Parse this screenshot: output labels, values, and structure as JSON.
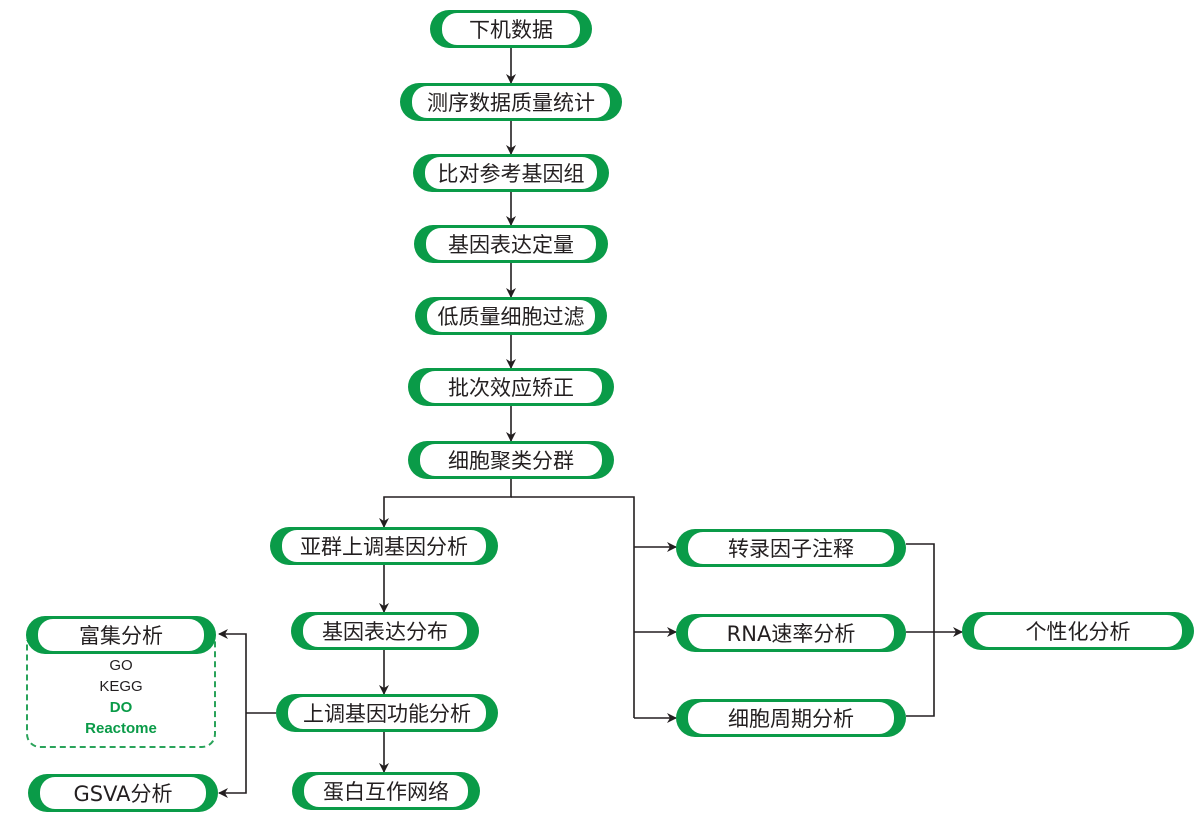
{
  "colors": {
    "node_border": "#0a9b48",
    "line": "#231f20",
    "highlight": "#0a9b48"
  },
  "nodes": {
    "n1": "下机数据",
    "n2": "测序数据质量统计",
    "n3": "比对参考基因组",
    "n4": "基因表达定量",
    "n5": "低质量细胞过滤",
    "n6": "批次效应矫正",
    "n7": "细胞聚类分群",
    "n8": "亚群上调基因分析",
    "n9": "基因表达分布",
    "n10": "上调基因功能分析",
    "n11": "蛋白互作网络",
    "n12": "富集分析",
    "n13": "GSVA分析",
    "n14": "转录因子注释",
    "n15": "RNA速率分析",
    "n16": "细胞周期分析",
    "n17": "个性化分析"
  },
  "enrichment_items": [
    {
      "label": "GO",
      "highlight": false
    },
    {
      "label": "KEGG",
      "highlight": false
    },
    {
      "label": "DO",
      "highlight": true
    },
    {
      "label": "Reactome",
      "highlight": true
    }
  ],
  "edges": [
    [
      "n1",
      "n2"
    ],
    [
      "n2",
      "n3"
    ],
    [
      "n3",
      "n4"
    ],
    [
      "n4",
      "n5"
    ],
    [
      "n5",
      "n6"
    ],
    [
      "n6",
      "n7"
    ],
    [
      "n7",
      "n8"
    ],
    [
      "n7",
      "n14"
    ],
    [
      "n7",
      "n15"
    ],
    [
      "n7",
      "n16"
    ],
    [
      "n8",
      "n9"
    ],
    [
      "n9",
      "n10"
    ],
    [
      "n10",
      "n11"
    ],
    [
      "n10",
      "n12"
    ],
    [
      "n10",
      "n13"
    ],
    [
      "n14",
      "n17"
    ],
    [
      "n15",
      "n17"
    ],
    [
      "n16",
      "n17"
    ]
  ]
}
